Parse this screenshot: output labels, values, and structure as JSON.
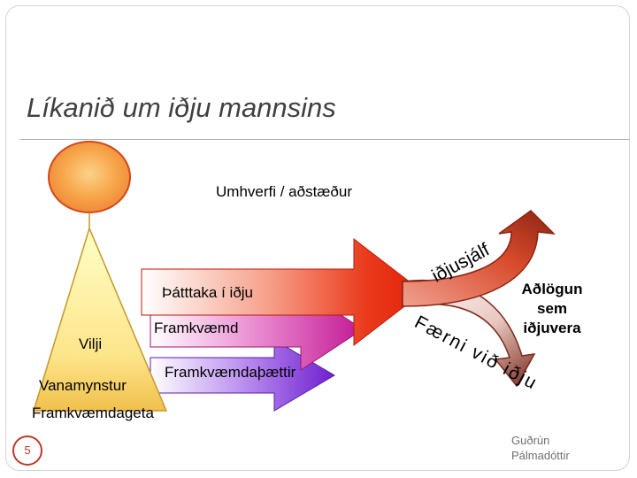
{
  "slide": {
    "title": "Líkanið um iðju mannsins",
    "page_number": "5",
    "author_line1": "Guðrún",
    "author_line2": "Pálmadóttir"
  },
  "diagram": {
    "environment_label": "Umhverfi / aðstæður",
    "participation_label": "Þátttaka í iðju",
    "performance_label": "Framkvæmd",
    "performance_components_label": "Framkvæmdaþættir",
    "performance_capacity_label": "Framkvæmdageta",
    "volition_label": "Vilji",
    "habituation_label": "Vanamynstur",
    "adaptation_label": "Aðlögun sem iðjuvera",
    "adaptation_lines": [
      "Aðlögun",
      "sem",
      "iðjuvera"
    ],
    "occupational_identity_label": "iðjusjálf",
    "occupational_competence_label": "Færni við iðju",
    "colors": {
      "sun_fill": "#f7a64a",
      "sun_stroke": "#d0491a",
      "triangle_top": "#ffffb4",
      "triangle_bottom": "#f0c04c",
      "arrow_red": "#e8240e",
      "arrow_magenta": "#c31a94",
      "arrow_purple": "#6f1fd0",
      "curve_dark": "#7a2a1e",
      "page_number_ring": "#c0392b"
    }
  }
}
